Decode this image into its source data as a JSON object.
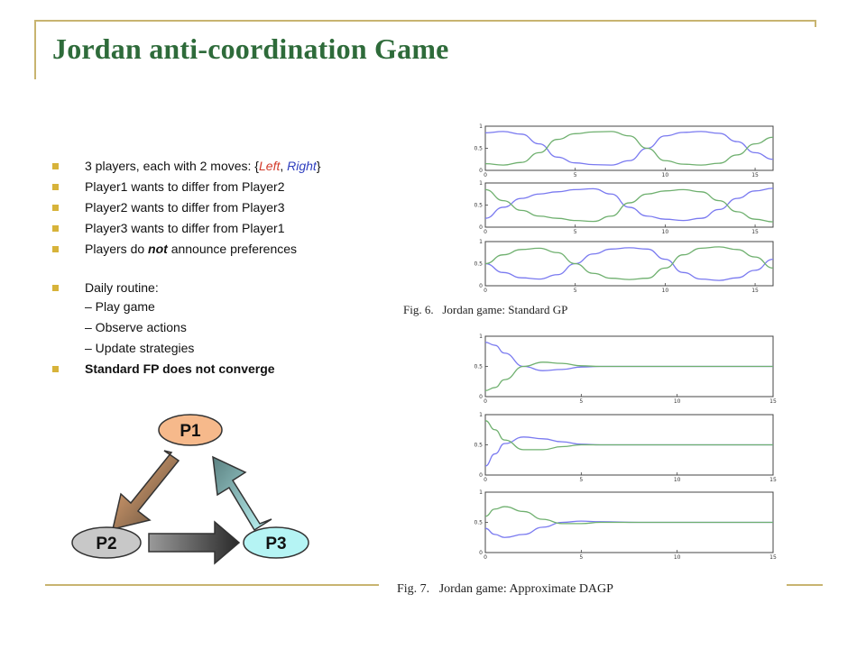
{
  "slide": {
    "title": "Jordan anti-coordination Game",
    "bullets": [
      {
        "type": "bullet",
        "pre": "3 players, each with 2 moves: {",
        "left": "Left",
        "sep": ", ",
        "right": "Right",
        "post": "}"
      },
      {
        "type": "bullet",
        "text": "Player1 wants to differ from Player2"
      },
      {
        "type": "bullet",
        "text": "Player2 wants to differ from Player3"
      },
      {
        "type": "bullet",
        "text": "Player3 wants to differ from Player1"
      },
      {
        "type": "bullet",
        "pre": "Players do ",
        "emph": "not",
        "post": " announce preferences"
      },
      {
        "type": "bullet",
        "text": "Daily routine:"
      },
      {
        "type": "sub",
        "text": "– Play game"
      },
      {
        "type": "sub",
        "text": "– Observe actions"
      },
      {
        "type": "sub",
        "text": "– Update strategies"
      },
      {
        "type": "bullet",
        "text": "Standard FP does not converge",
        "bold": true
      }
    ]
  },
  "diagram": {
    "nodes": [
      {
        "id": "p1",
        "label": "P1",
        "color": "#f6b98b"
      },
      {
        "id": "p2",
        "label": "P2",
        "color": "#c8c8c8"
      },
      {
        "id": "p3",
        "label": "P3",
        "color": "#b5f4f4"
      }
    ],
    "arrows": [
      {
        "from": "P1",
        "to": "P2"
      },
      {
        "from": "P2",
        "to": "P3"
      },
      {
        "from": "P3",
        "to": "P1"
      }
    ]
  },
  "figures": {
    "fig6": {
      "caption_num": "Fig. 6.",
      "caption_text": "Jordan game: Standard GP"
    },
    "fig7": {
      "caption_num": "Fig. 7.",
      "caption_text": "Jordan game: Approximate DAGP"
    }
  },
  "chart_data": [
    {
      "type": "line",
      "figure": "Fig. 6",
      "panel": 1,
      "xlim": [
        0,
        16
      ],
      "ylim": [
        0,
        1
      ],
      "xticks": [
        "0",
        "5",
        "10",
        "15"
      ],
      "yticks": [
        "0",
        "0.5",
        "1"
      ],
      "series": [
        {
          "color": "#7a7af0",
          "x": [
            0,
            1,
            2,
            3,
            4,
            5,
            6,
            7,
            8,
            9,
            10,
            11,
            12,
            13,
            14,
            15,
            16
          ],
          "y": [
            0.85,
            0.88,
            0.82,
            0.6,
            0.3,
            0.17,
            0.13,
            0.12,
            0.22,
            0.5,
            0.78,
            0.86,
            0.88,
            0.84,
            0.65,
            0.4,
            0.25
          ]
        },
        {
          "color": "#6fb06f",
          "x": [
            0,
            1,
            2,
            3,
            4,
            5,
            6,
            7,
            8,
            9,
            10,
            11,
            12,
            13,
            14,
            15,
            16
          ],
          "y": [
            0.15,
            0.12,
            0.18,
            0.4,
            0.7,
            0.83,
            0.87,
            0.88,
            0.78,
            0.5,
            0.22,
            0.14,
            0.12,
            0.16,
            0.35,
            0.6,
            0.75
          ]
        }
      ]
    },
    {
      "type": "line",
      "figure": "Fig. 6",
      "panel": 2,
      "xlim": [
        0,
        16
      ],
      "ylim": [
        0,
        1
      ],
      "xticks": [
        "0",
        "5",
        "10",
        "15"
      ],
      "yticks": [
        "0",
        "0.5",
        "1"
      ],
      "series": [
        {
          "color": "#7a7af0",
          "x": [
            0,
            1,
            2,
            3,
            4,
            5,
            6,
            7,
            8,
            9,
            10,
            11,
            12,
            13,
            14,
            15,
            16
          ],
          "y": [
            0.2,
            0.45,
            0.65,
            0.75,
            0.8,
            0.85,
            0.87,
            0.75,
            0.45,
            0.25,
            0.18,
            0.15,
            0.2,
            0.4,
            0.65,
            0.82,
            0.88
          ]
        },
        {
          "color": "#6fb06f",
          "x": [
            0,
            1,
            2,
            3,
            4,
            5,
            6,
            7,
            8,
            9,
            10,
            11,
            12,
            13,
            14,
            15,
            16
          ],
          "y": [
            0.85,
            0.6,
            0.38,
            0.25,
            0.2,
            0.15,
            0.13,
            0.25,
            0.55,
            0.75,
            0.82,
            0.85,
            0.8,
            0.6,
            0.35,
            0.18,
            0.12
          ]
        }
      ]
    },
    {
      "type": "line",
      "figure": "Fig. 6",
      "panel": 3,
      "xlim": [
        0,
        16
      ],
      "ylim": [
        0,
        1
      ],
      "xticks": [
        "0",
        "5",
        "10",
        "15"
      ],
      "yticks": [
        "0",
        "0.5",
        "1"
      ],
      "series": [
        {
          "color": "#7a7af0",
          "x": [
            0,
            1,
            2,
            3,
            4,
            5,
            6,
            7,
            8,
            9,
            10,
            11,
            12,
            13,
            14,
            15,
            16
          ],
          "y": [
            0.5,
            0.3,
            0.18,
            0.15,
            0.25,
            0.5,
            0.72,
            0.83,
            0.86,
            0.83,
            0.6,
            0.3,
            0.15,
            0.12,
            0.18,
            0.35,
            0.6
          ]
        },
        {
          "color": "#6fb06f",
          "x": [
            0,
            1,
            2,
            3,
            4,
            5,
            6,
            7,
            8,
            9,
            10,
            11,
            12,
            13,
            14,
            15,
            16
          ],
          "y": [
            0.5,
            0.7,
            0.82,
            0.85,
            0.75,
            0.5,
            0.28,
            0.17,
            0.14,
            0.17,
            0.4,
            0.7,
            0.85,
            0.88,
            0.82,
            0.65,
            0.4
          ]
        }
      ]
    },
    {
      "type": "line",
      "figure": "Fig. 7",
      "panel": 1,
      "xlim": [
        0,
        15
      ],
      "ylim": [
        0,
        1
      ],
      "xticks": [
        "0",
        "5",
        "10",
        "15"
      ],
      "yticks": [
        "0",
        "0.5",
        "1"
      ],
      "series": [
        {
          "color": "#7a7af0",
          "x": [
            0,
            0.5,
            1,
            2,
            3,
            4,
            5,
            6,
            8,
            10,
            15
          ],
          "y": [
            0.9,
            0.85,
            0.72,
            0.5,
            0.43,
            0.45,
            0.49,
            0.5,
            0.5,
            0.5,
            0.5
          ]
        },
        {
          "color": "#6fb06f",
          "x": [
            0,
            0.5,
            1,
            2,
            3,
            4,
            5,
            6,
            8,
            10,
            15
          ],
          "y": [
            0.1,
            0.15,
            0.28,
            0.5,
            0.57,
            0.55,
            0.51,
            0.5,
            0.5,
            0.5,
            0.5
          ]
        }
      ]
    },
    {
      "type": "line",
      "figure": "Fig. 7",
      "panel": 2,
      "xlim": [
        0,
        15
      ],
      "ylim": [
        0,
        1
      ],
      "xticks": [
        "0",
        "5",
        "10",
        "15"
      ],
      "yticks": [
        "0",
        "0.5",
        "1"
      ],
      "series": [
        {
          "color": "#7a7af0",
          "x": [
            0,
            0.5,
            1,
            2,
            3,
            4,
            5,
            6,
            8,
            10,
            15
          ],
          "y": [
            0.15,
            0.35,
            0.52,
            0.63,
            0.6,
            0.55,
            0.51,
            0.5,
            0.5,
            0.5,
            0.5
          ]
        },
        {
          "color": "#6fb06f",
          "x": [
            0,
            0.5,
            1,
            2,
            3,
            4,
            5,
            6,
            8,
            10,
            15
          ],
          "y": [
            0.9,
            0.75,
            0.58,
            0.42,
            0.42,
            0.47,
            0.5,
            0.5,
            0.5,
            0.5,
            0.5
          ]
        }
      ]
    },
    {
      "type": "line",
      "figure": "Fig. 7",
      "panel": 3,
      "xlim": [
        0,
        15
      ],
      "ylim": [
        0,
        1
      ],
      "xticks": [
        "0",
        "5",
        "10",
        "15"
      ],
      "yticks": [
        "0",
        "0.5",
        "1"
      ],
      "series": [
        {
          "color": "#7a7af0",
          "x": [
            0,
            0.5,
            1,
            2,
            3,
            4,
            5,
            6,
            8,
            10,
            15
          ],
          "y": [
            0.4,
            0.3,
            0.25,
            0.3,
            0.42,
            0.5,
            0.52,
            0.51,
            0.5,
            0.5,
            0.5
          ]
        },
        {
          "color": "#6fb06f",
          "x": [
            0,
            0.5,
            1,
            2,
            3,
            4,
            5,
            6,
            8,
            10,
            15
          ],
          "y": [
            0.6,
            0.72,
            0.76,
            0.68,
            0.55,
            0.48,
            0.48,
            0.5,
            0.5,
            0.5,
            0.5
          ]
        }
      ]
    }
  ]
}
